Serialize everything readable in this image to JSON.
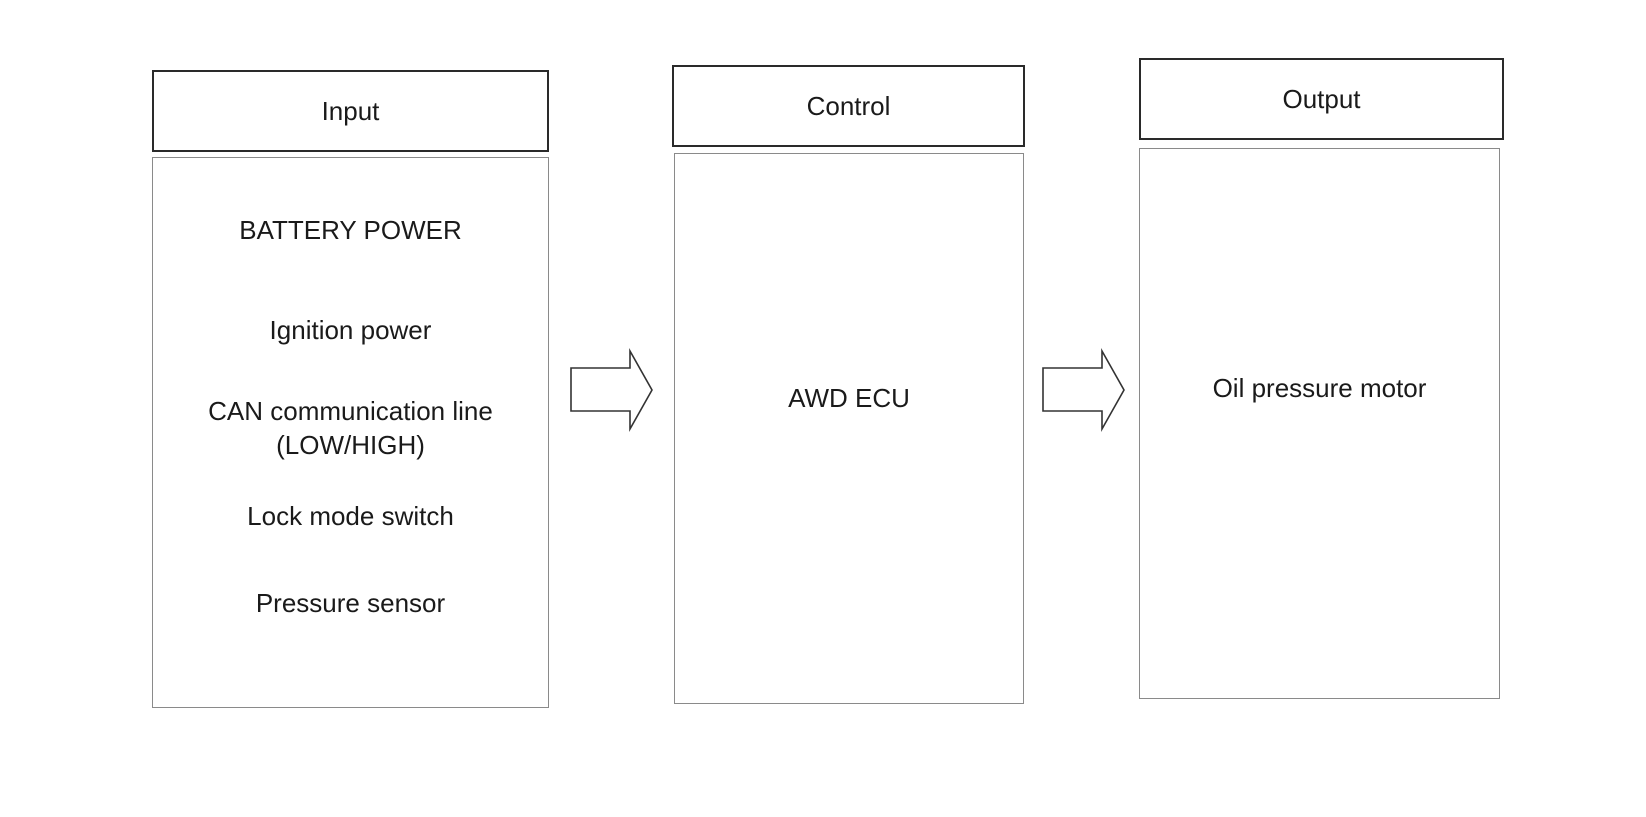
{
  "input": {
    "title": "Input",
    "items": [
      "BATTERY POWER",
      "Ignition power",
      "CAN communication line",
      "(LOW/HIGH)",
      "Lock mode switch",
      "Pressure sensor"
    ]
  },
  "control": {
    "title": "Control",
    "item": "AWD ECU"
  },
  "output": {
    "title": "Output",
    "item": "Oil pressure motor"
  },
  "arrows": {
    "icon": "right-arrow-icon",
    "stroke_color": "#333333"
  }
}
